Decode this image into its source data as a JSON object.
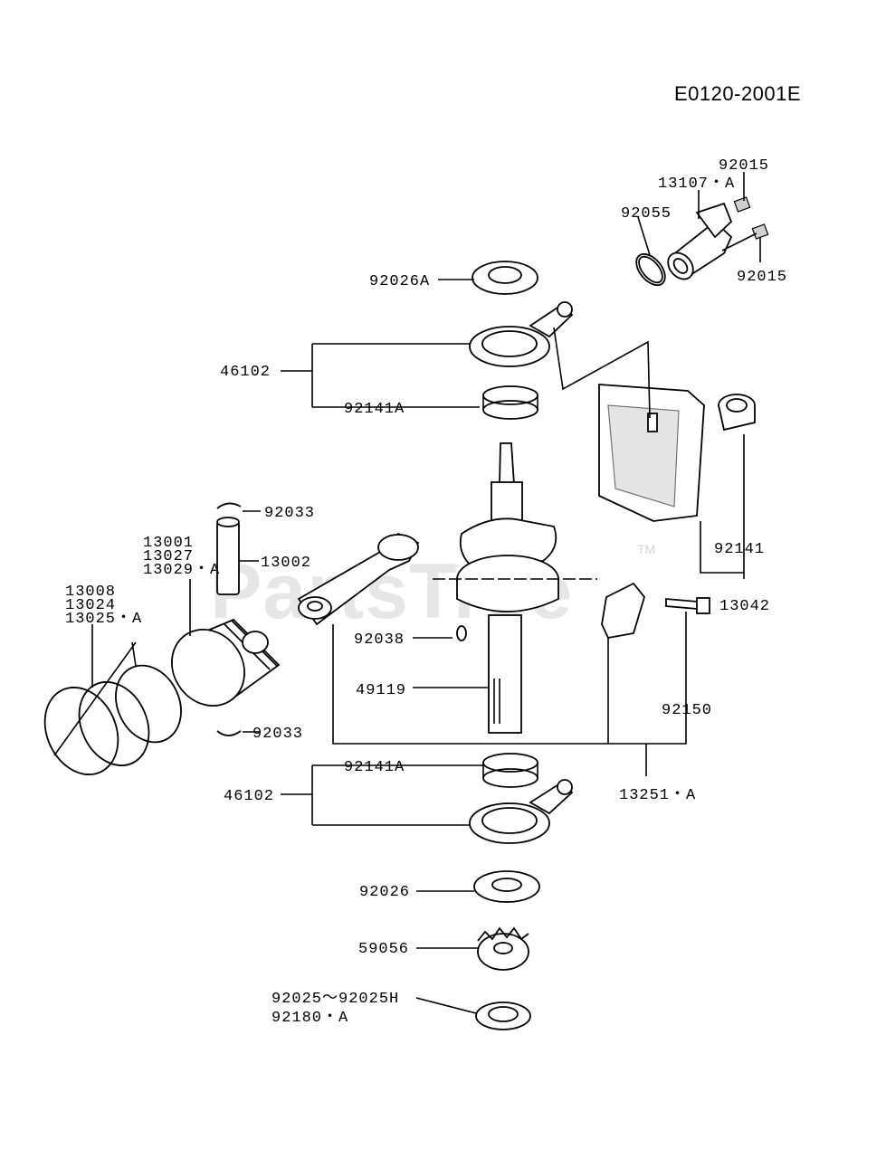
{
  "diagram_id": "E0120-2001E",
  "watermark": {
    "text": "PartsTree",
    "tm": "TM"
  },
  "parts": [
    {
      "key": "p92015_top",
      "label": "92015",
      "part": "nut"
    },
    {
      "key": "p13107A",
      "label": "13107・A",
      "part": "shaft"
    },
    {
      "key": "p92055",
      "label": "92055",
      "part": "o-ring"
    },
    {
      "key": "p92015_bot",
      "label": "92015",
      "part": "nut"
    },
    {
      "key": "p92026A",
      "label": "92026A",
      "part": "washer"
    },
    {
      "key": "p46102_top",
      "label": "46102",
      "part": "balancer-weight"
    },
    {
      "key": "p92141A_top",
      "label": "92141A",
      "part": "bearing"
    },
    {
      "key": "p92033_top",
      "label": "92033",
      "part": "circlip"
    },
    {
      "key": "p13001",
      "label": "13001",
      "part": "piston"
    },
    {
      "key": "p13027",
      "label": "13027",
      "part": "piston"
    },
    {
      "key": "p13029A",
      "label": "13029・A",
      "part": "piston"
    },
    {
      "key": "p13002",
      "label": "13002",
      "part": "piston-pin"
    },
    {
      "key": "p13008",
      "label": "13008",
      "part": "piston-ring-set"
    },
    {
      "key": "p13024",
      "label": "13024",
      "part": "piston-ring-set"
    },
    {
      "key": "p13025A",
      "label": "13025・A",
      "part": "piston-ring-set"
    },
    {
      "key": "p92141",
      "label": "92141",
      "part": "bushing"
    },
    {
      "key": "p13042",
      "label": "13042",
      "part": "balancer-holder"
    },
    {
      "key": "p92038",
      "label": "92038",
      "part": "key"
    },
    {
      "key": "p49119",
      "label": "49119",
      "part": "crankshaft"
    },
    {
      "key": "p92150",
      "label": "92150",
      "part": "bolt"
    },
    {
      "key": "p92033_bot",
      "label": "92033",
      "part": "circlip"
    },
    {
      "key": "p13251A",
      "label": "13251・A",
      "part": "connecting-rod"
    },
    {
      "key": "p92141A_bot",
      "label": "92141A",
      "part": "bearing"
    },
    {
      "key": "p46102_bot",
      "label": "46102",
      "part": "balancer-weight"
    },
    {
      "key": "p92026",
      "label": "92026",
      "part": "washer"
    },
    {
      "key": "p59056",
      "label": "59056",
      "part": "crank-gear"
    },
    {
      "key": "p92025",
      "label": "92025～92025H",
      "part": "shim"
    },
    {
      "key": "p92180A",
      "label": "92180・A",
      "part": "shim"
    }
  ]
}
